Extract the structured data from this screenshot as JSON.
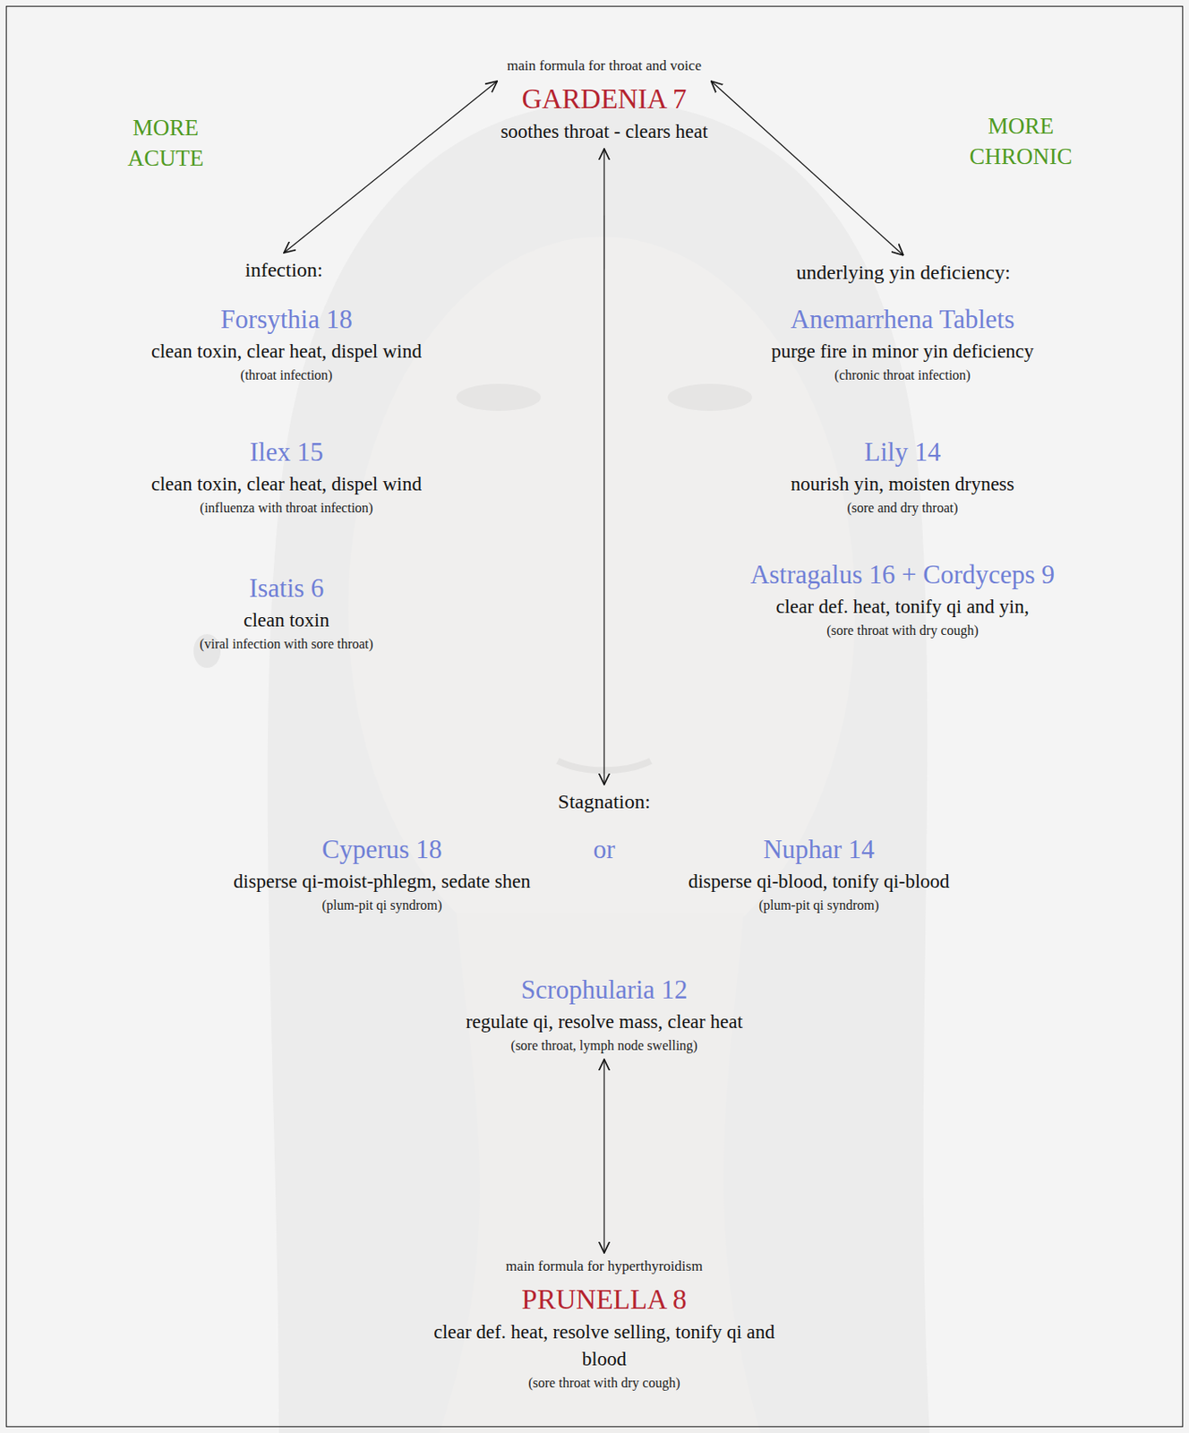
{
  "diagram": {
    "nodes": [
      {
        "text": [
          "main formula for throat and voice",
          "GARDENIA 7",
          "soothes throat - clears heat"
        ]
      },
      {
        "text": [
          "infection:"
        ]
      },
      {
        "text": [
          "underlying yin deficiency:"
        ]
      },
      {
        "text": [
          "Forsythia 18",
          "clean toxin, clear heat, dispel wind",
          "(throat infection)"
        ]
      },
      {
        "text": [
          "Anemarrhena Tablets",
          "purge fire in minor yin deficiency",
          "(chronic throat infection)"
        ]
      },
      {
        "text": [
          "Ilex 15",
          "clean toxin, clear heat, dispel wind",
          "(influenza with throat infection)"
        ]
      },
      {
        "text": [
          "Lily 14",
          "nourish yin, moisten dryness",
          "(sore and dry throat)"
        ]
      },
      {
        "text": [
          "Isatis 6",
          "clean toxin",
          "(viral infection with sore throat)"
        ]
      },
      {
        "text": [
          "Astragalus 16 + Cordyceps 9",
          "clear def. heat, tonify qi and yin,",
          "(sore throat with dry cough)"
        ]
      },
      {
        "text": [
          "Stagnation:"
        ]
      },
      {
        "text": [
          "Cyperus 18",
          "disperse qi-moist-phlegm, sedate shen",
          "(plum-pit qi syndrom)"
        ]
      },
      {
        "text": [
          "Nuphar 14",
          "disperse qi-blood, tonify qi-blood",
          "(plum-pit qi syndrom)"
        ]
      },
      {
        "text": [
          "Scrophularia 12",
          "regulate qi, resolve mass, clear heat",
          "(sore throat, lymph node swelling)"
        ]
      },
      {
        "text": [
          "main formula for hyperthyroidism",
          "PRUNELLA 8",
          "clear def. heat, resolve selling, tonify qi and blood",
          "(sore throat with dry cough)"
        ]
      }
    ],
    "edges": [
      {
        "from": 0,
        "to": 1,
        "arrow": "both"
      },
      {
        "from": 0,
        "to": 2,
        "arrow": "both"
      },
      {
        "from": 0,
        "to": 9,
        "arrow": "both"
      },
      {
        "from": 12,
        "to": 13,
        "arrow": "both"
      }
    ],
    "labels": [
      "MORE ACUTE",
      "MORE CHRONIC",
      "or"
    ]
  }
}
